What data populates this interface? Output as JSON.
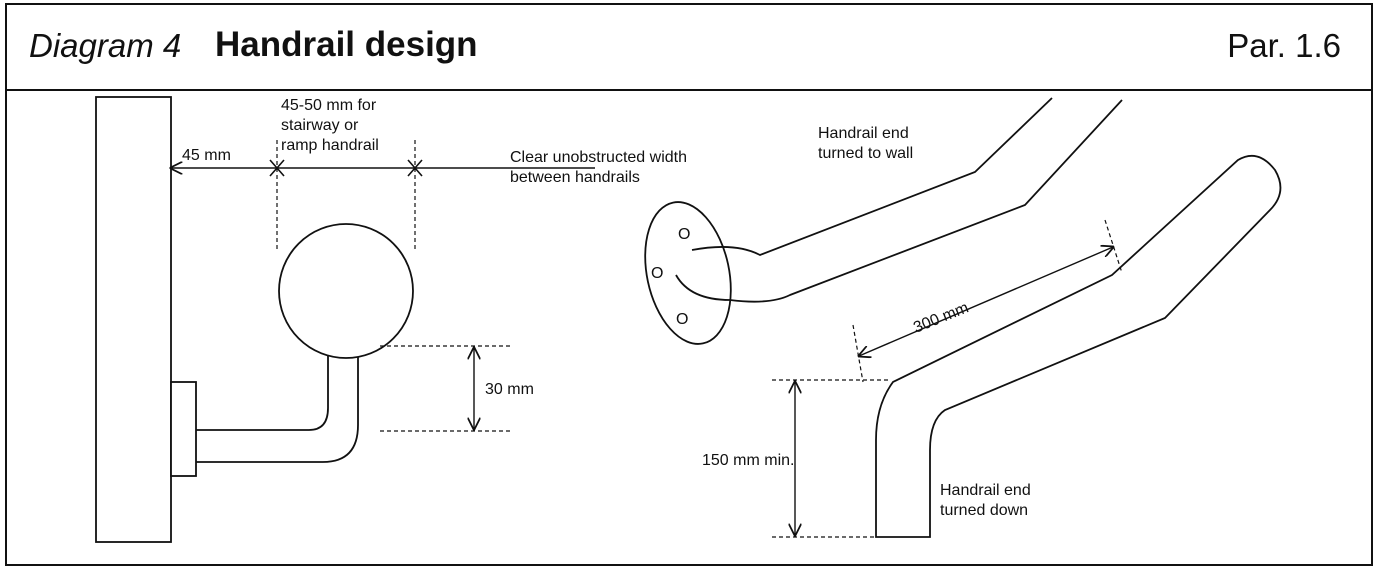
{
  "header": {
    "diagram_number": "Diagram 4",
    "title": "Handrail design",
    "paragraph_ref": "Par. 1.6"
  },
  "labels": {
    "gap_to_wall": "45 mm",
    "rail_width_line1": "45-50 mm for",
    "rail_width_line2": "stairway or",
    "rail_width_line3": "ramp handrail",
    "clear_width_line1": "Clear unobstructed width",
    "clear_width_line2": "between handrails",
    "bracket_clearance": "30 mm",
    "end_wall_line1": "Handrail end",
    "end_wall_line2": "turned to wall",
    "extension": "300 mm",
    "drop": "150 mm min.",
    "end_down_line1": "Handrail end",
    "end_down_line2": "turned down",
    "screw_hole": "O"
  }
}
